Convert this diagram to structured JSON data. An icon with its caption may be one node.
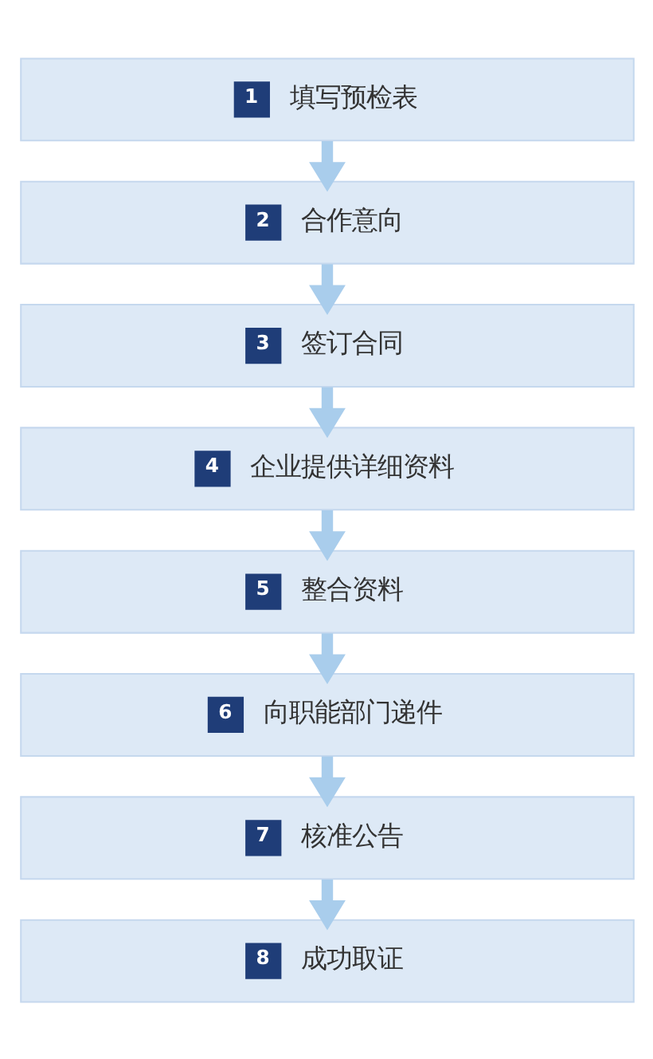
{
  "diagram": {
    "nodes": [
      {
        "text": [
          "1",
          "填写预检表"
        ]
      },
      {
        "text": [
          "2",
          "合作意向"
        ]
      },
      {
        "text": [
          "3",
          "签订合同"
        ]
      },
      {
        "text": [
          "4",
          "企业提供详细资料"
        ]
      },
      {
        "text": [
          "5",
          "整合资料"
        ]
      },
      {
        "text": [
          "6",
          "向职能部门递件"
        ]
      },
      {
        "text": [
          "7",
          "核准公告"
        ]
      },
      {
        "text": [
          "8",
          "成功取证"
        ]
      }
    ],
    "edges": [
      {
        "from": 0,
        "to": 1,
        "arrow": "to"
      },
      {
        "from": 1,
        "to": 2,
        "arrow": "to"
      },
      {
        "from": 2,
        "to": 3,
        "arrow": "to"
      },
      {
        "from": 3,
        "to": 4,
        "arrow": "to"
      },
      {
        "from": 4,
        "to": 5,
        "arrow": "to"
      },
      {
        "from": 5,
        "to": 6,
        "arrow": "to"
      },
      {
        "from": 6,
        "to": 7,
        "arrow": "to"
      }
    ]
  }
}
